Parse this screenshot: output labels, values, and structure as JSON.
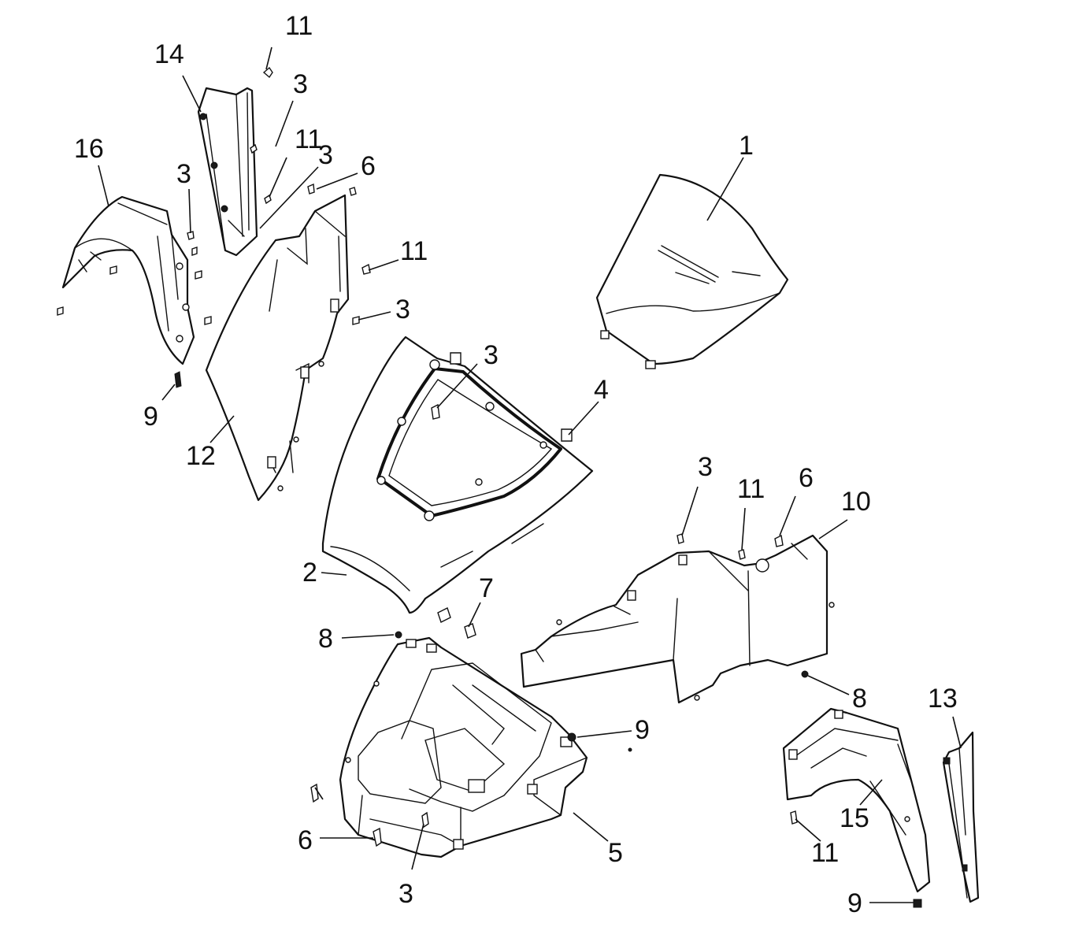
{
  "title": "Body panels exploded parts diagram",
  "callouts": [
    {
      "id": "c1",
      "label": "1"
    },
    {
      "id": "c2",
      "label": "2"
    },
    {
      "id": "c3a",
      "label": "3"
    },
    {
      "id": "c3b",
      "label": "3"
    },
    {
      "id": "c3c",
      "label": "3"
    },
    {
      "id": "c3d",
      "label": "3"
    },
    {
      "id": "c3e",
      "label": "3"
    },
    {
      "id": "c3f",
      "label": "3"
    },
    {
      "id": "c3g",
      "label": "3"
    },
    {
      "id": "c4",
      "label": "4"
    },
    {
      "id": "c5",
      "label": "5"
    },
    {
      "id": "c6a",
      "label": "6"
    },
    {
      "id": "c6b",
      "label": "6"
    },
    {
      "id": "c6c",
      "label": "6"
    },
    {
      "id": "c7",
      "label": "7"
    },
    {
      "id": "c8a",
      "label": "8"
    },
    {
      "id": "c8b",
      "label": "8"
    },
    {
      "id": "c9a",
      "label": "9"
    },
    {
      "id": "c9b",
      "label": "9"
    },
    {
      "id": "c9c",
      "label": "9"
    },
    {
      "id": "c10",
      "label": "10"
    },
    {
      "id": "c11a",
      "label": "11"
    },
    {
      "id": "c11b",
      "label": "11"
    },
    {
      "id": "c11c",
      "label": "11"
    },
    {
      "id": "c11d",
      "label": "11"
    },
    {
      "id": "c11e",
      "label": "11"
    },
    {
      "id": "c12",
      "label": "12"
    },
    {
      "id": "c13",
      "label": "13"
    },
    {
      "id": "c14",
      "label": "14"
    },
    {
      "id": "c15",
      "label": "15"
    },
    {
      "id": "c16",
      "label": "16"
    }
  ]
}
